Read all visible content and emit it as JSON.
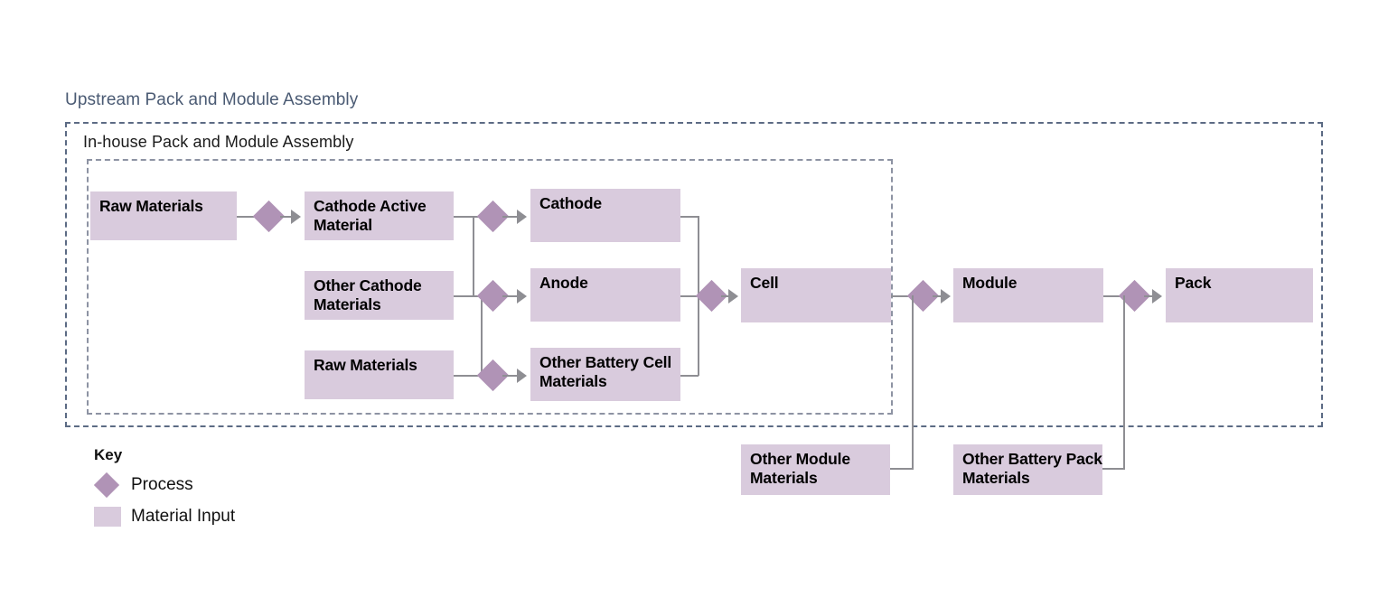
{
  "diagram": {
    "outer_container_title": "Upstream Pack and Module Assembly",
    "inner_container_title": "In-house Pack and Module Assembly",
    "nodes": {
      "raw_materials_1": "Raw Materials",
      "cathode_active_material": "Cathode Active Material",
      "cathode": "Cathode",
      "other_cathode_materials": "Other Cathode Materials",
      "anode": "Anode",
      "raw_materials_2": "Raw Materials",
      "other_battery_cell_materials": "Other Battery Cell Materials",
      "cell": "Cell",
      "module": "Module",
      "pack": "Pack",
      "other_module_materials": "Other Module Materials",
      "other_battery_pack_materials": "Other Battery Pack Materials"
    },
    "key": {
      "title": "Key",
      "process_label": "Process",
      "material_input_label": "Material Input"
    },
    "colors": {
      "material_input_fill": "#d9cbdd",
      "process_fill": "#b093b6",
      "connector_line": "#8e8e93",
      "outer_title_text": "#4a5a73",
      "outer_border": "#5c6b84",
      "inner_border": "#8d93a3"
    }
  }
}
